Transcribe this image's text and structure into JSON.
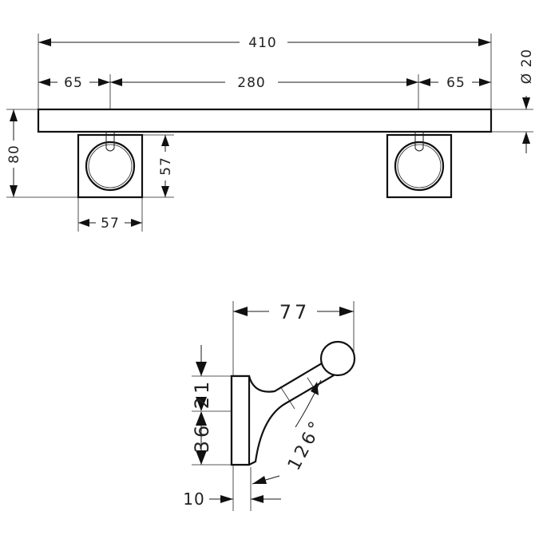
{
  "top_view": {
    "overall_length": "410",
    "left_offset": "65",
    "center_distance": "280",
    "right_offset": "65",
    "diameter": "Ø 20",
    "height": "80",
    "bracket_height": "57",
    "bracket_width": "57"
  },
  "side_view": {
    "projection": "77",
    "upper_height": "21",
    "lower_height": "36",
    "wall_thickness": "10",
    "angle": "126°"
  }
}
